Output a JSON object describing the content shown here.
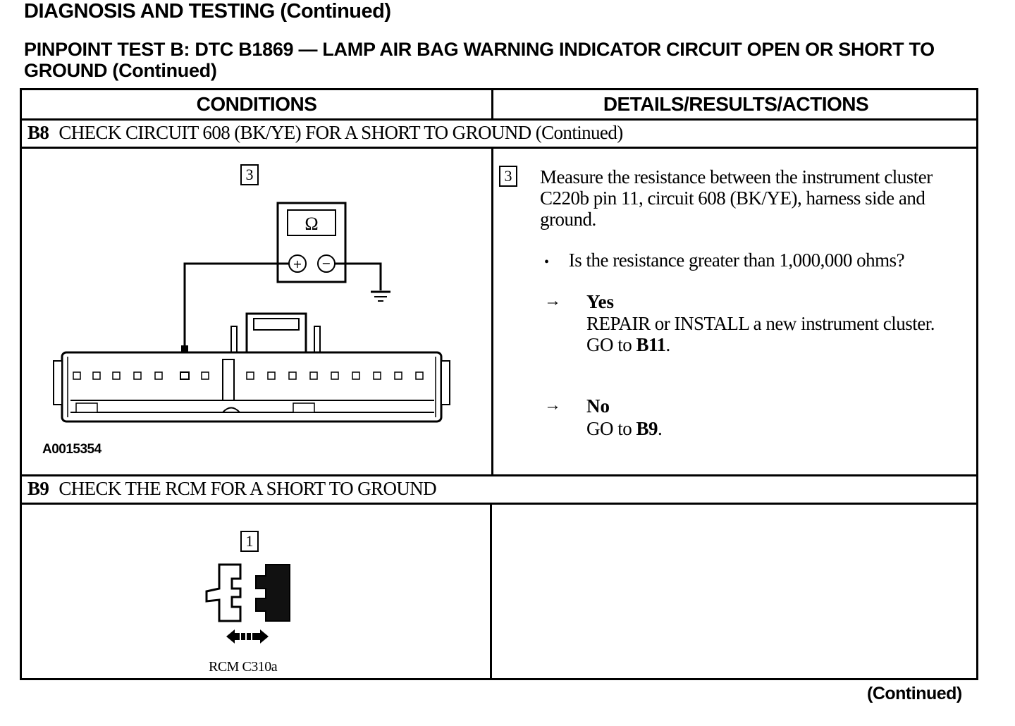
{
  "header": {
    "section_title": "DIAGNOSIS AND TESTING (Continued)",
    "test_title": "PINPOINT TEST B: DTC B1869 — LAMP AIR BAG WARNING INDICATOR CIRCUIT OPEN OR SHORT TO GROUND (Continued)"
  },
  "table": {
    "col_conditions": "CONDITIONS",
    "col_details": "DETAILS/RESULTS/ACTIONS",
    "step_b8": {
      "id": "B8",
      "title": "CHECK CIRCUIT 608 (BK/YE) FOR A SHORT TO GROUND (Continued)",
      "figure_step": "3",
      "meter_symbol": "Ω",
      "figure_id": "A0015354",
      "detail_step": "3",
      "instruction": "Measure the resistance between the instrument cluster C220b pin 11, circuit 608 (BK/YE), harness side and ground.",
      "question": "Is the resistance greater than 1,000,000 ohms?",
      "yes_label": "Yes",
      "yes_action_text": "REPAIR or INSTALL a new instrument cluster. GO to ",
      "yes_action_ref": "B11",
      "yes_action_end": ".",
      "no_label": "No",
      "no_action_text": "GO to ",
      "no_action_ref": "B9",
      "no_action_end": "."
    },
    "step_b9": {
      "id": "B9",
      "title": "CHECK THE RCM FOR A SHORT TO GROUND",
      "figure_step": "1",
      "figure_caption": "RCM C310a"
    }
  },
  "footer": {
    "continued": "(Continued)"
  }
}
